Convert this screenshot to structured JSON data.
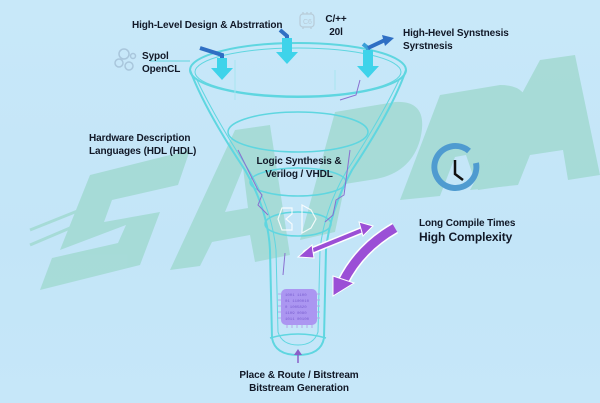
{
  "diagram": {
    "title": "FPGA design flow funnel",
    "watermark": "SAPRA",
    "colors": {
      "background": "#c5e6f8",
      "funnel": "#5fd6e0",
      "arrow_in": "#3ed3ea",
      "arrow_purple": "#9b4fd6",
      "clock": "#4f9bd0",
      "watermark": "#8fd3bd",
      "text": "#111827"
    },
    "labels": {
      "high_level": "High-Level Design & Abstrration",
      "cpp_line1": "C/++",
      "cpp_line2": "20l",
      "hls_line1": "High-Hevel Synstnesis",
      "hls_line2": "Syrstnesis",
      "sypol_line1": "Sypol",
      "sypol_line2": "OpenCL",
      "hdl_line1": "Hardware Description",
      "hdl_line2": "Languages (HDL (HDL)",
      "logic_line1": "Logic Synthesis &",
      "logic_line2": "Verilog / VHDL",
      "compile_line1": "Long Compile Times",
      "compile_line2": "High Complexity",
      "par_line1": "Place & Route / Bitstream",
      "par_line2": "Bitstream Generation"
    },
    "icons": [
      "gears-icon",
      "cpp-chip-icon",
      "clock-icon",
      "fpga-chip-icon",
      "arrow-down-icon",
      "double-arrow-icon",
      "curved-arrow-icon",
      "arrow-up-icon"
    ]
  }
}
